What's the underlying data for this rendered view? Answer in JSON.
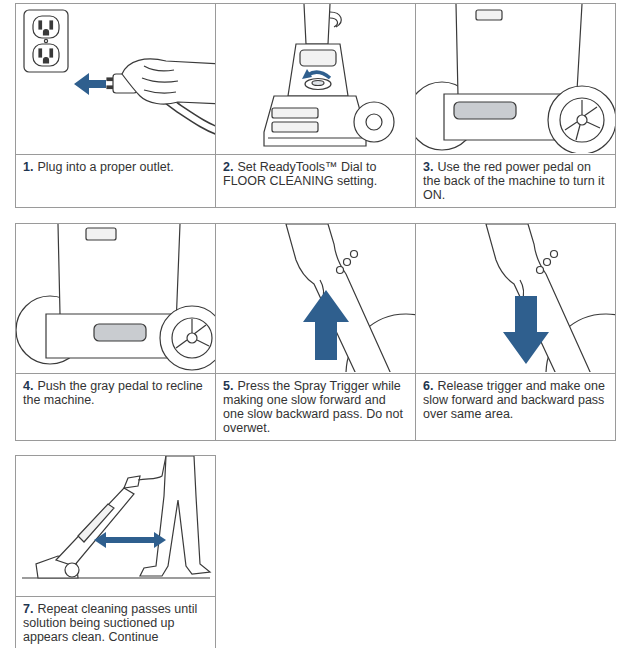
{
  "diagram": {
    "nodes": [
      {
        "text": [
          "1.",
          "Plug into a proper outlet."
        ]
      },
      {
        "text": [
          "2.",
          "Set ReadyTools™ Dial to FLOOR CLEANING setting."
        ]
      },
      {
        "text": [
          "3.",
          "Use the red power pedal on the back of the machine to turn it ON."
        ]
      },
      {
        "text": [
          "4.",
          "Push the gray pedal to recline the machine."
        ]
      },
      {
        "text": [
          "5.",
          "Press the Spray Trigger while making one slow forward and one slow backward pass. Do not overwet."
        ]
      },
      {
        "text": [
          "6.",
          "Release trigger and make one slow forward and backward pass over same area."
        ]
      },
      {
        "text": [
          "7.",
          "Repeat cleaning passes until solution being suctioned up appears clean. Continue"
        ]
      }
    ]
  }
}
